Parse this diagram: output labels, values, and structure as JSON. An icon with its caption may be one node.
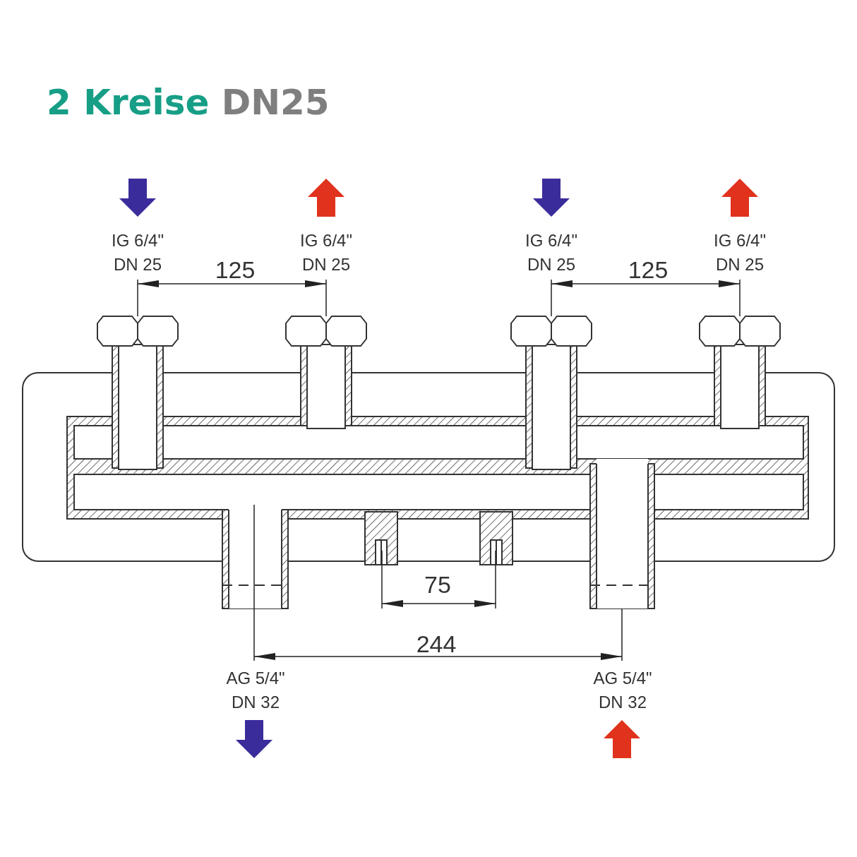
{
  "diagram": {
    "title": "2 Kreise DN25",
    "labels": [
      "IG 6/4\" DN 25",
      "IG 6/4\" DN 25",
      "IG 6/4\" DN 25",
      "IG 6/4\" DN 25",
      "125",
      "125",
      "75",
      "244",
      "AG 5/4\" DN 32",
      "AG 5/4\" DN 32"
    ]
  }
}
